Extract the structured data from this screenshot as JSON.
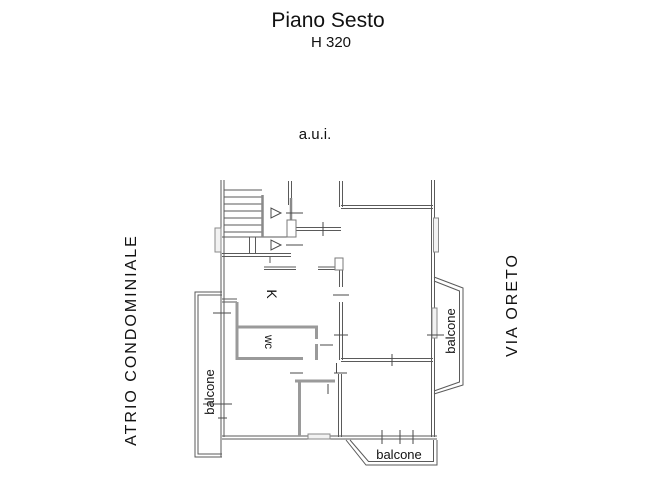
{
  "header": {
    "title": "Piano Sesto",
    "height_note": "H 320"
  },
  "plan": {
    "area_label": "a.u.i.",
    "left_context_label": "ATRIO CONDOMINIALE",
    "right_context_label": "VIA ORETO",
    "rooms": {
      "kitchen_label": "K",
      "wc_label": "wc"
    },
    "balconies": {
      "left_label": "balcone",
      "right_label": "balcone",
      "bottom_label": "balcone"
    }
  },
  "colors": {
    "background": "#ffffff",
    "text": "#111111",
    "wall_thin": "#5a5a5a",
    "wall_thick": "#9a9a9a"
  }
}
